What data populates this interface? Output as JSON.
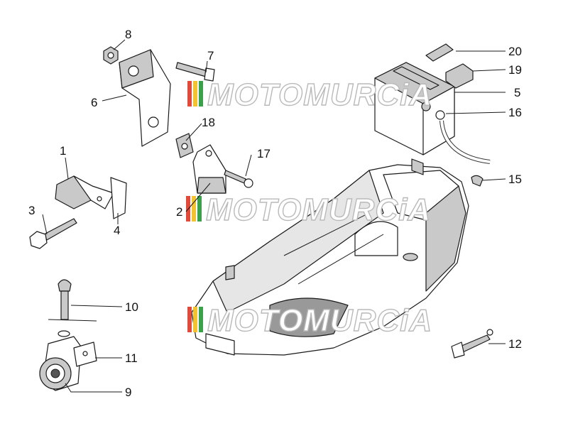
{
  "watermark": {
    "text": "MOTOMURCiA"
  },
  "callouts": [
    {
      "id": "1",
      "label": "1"
    },
    {
      "id": "2",
      "label": "2"
    },
    {
      "id": "3",
      "label": "3"
    },
    {
      "id": "4",
      "label": "4"
    },
    {
      "id": "5",
      "label": "5"
    },
    {
      "id": "6",
      "label": "6"
    },
    {
      "id": "7",
      "label": "7"
    },
    {
      "id": "8",
      "label": "8"
    },
    {
      "id": "9",
      "label": "9"
    },
    {
      "id": "10",
      "label": "10"
    },
    {
      "id": "11",
      "label": "11"
    },
    {
      "id": "12",
      "label": "12"
    },
    {
      "id": "15",
      "label": "15"
    },
    {
      "id": "16",
      "label": "16"
    },
    {
      "id": "17",
      "label": "17"
    },
    {
      "id": "18",
      "label": "18"
    },
    {
      "id": "19",
      "label": "19"
    },
    {
      "id": "20",
      "label": "20"
    }
  ],
  "colors": {
    "line": "#1a1a1a",
    "watermark_stripes": [
      "#e04a3a",
      "#f2c230",
      "#3aa04a"
    ]
  }
}
